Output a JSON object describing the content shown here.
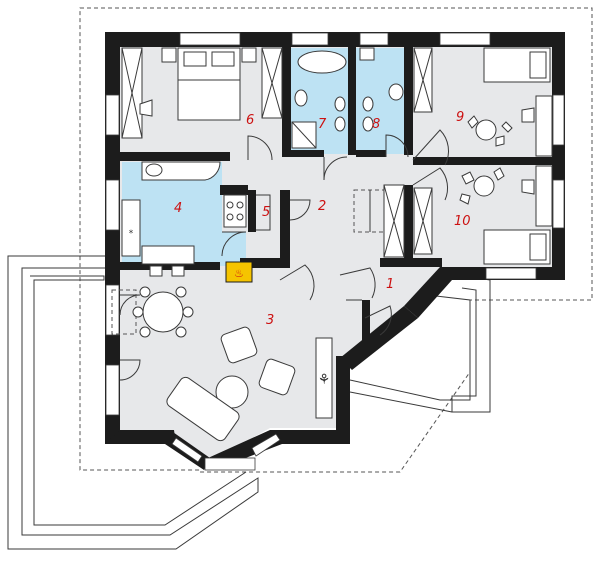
{
  "rooms": [
    {
      "id": "1",
      "label": "1"
    },
    {
      "id": "2",
      "label": "2"
    },
    {
      "id": "3",
      "label": "3"
    },
    {
      "id": "4",
      "label": "4"
    },
    {
      "id": "5",
      "label": "5"
    },
    {
      "id": "6",
      "label": "6"
    },
    {
      "id": "7",
      "label": "7"
    },
    {
      "id": "8",
      "label": "8"
    },
    {
      "id": "9",
      "label": "9"
    },
    {
      "id": "10",
      "label": "10"
    }
  ],
  "colors": {
    "wall": "#1c1c1c",
    "floor": "#e7e8ea",
    "wet_room": "#bde2f3",
    "room_number": "#cc1111",
    "fireplace": "#f5c400"
  }
}
